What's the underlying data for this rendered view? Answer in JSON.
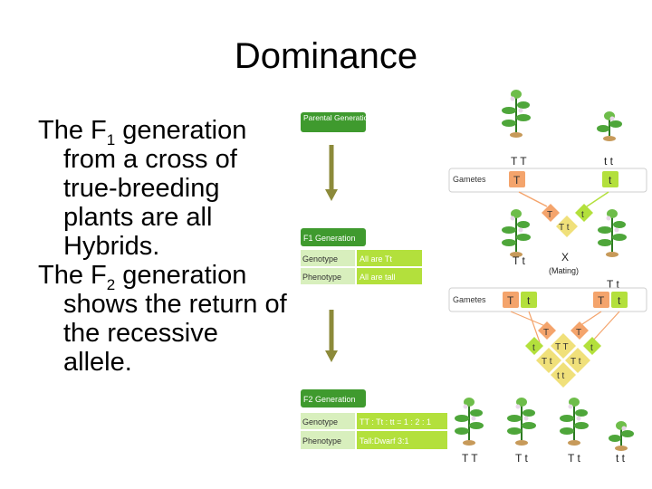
{
  "title": "Dominance",
  "bullets": [
    {
      "pre": "The F",
      "sub": "1",
      "post": " generation from a cross of true-breeding plants are all Hybrids."
    },
    {
      "pre": "The F",
      "sub": "2",
      "post": " generation shows the return of the recessive allele."
    }
  ],
  "diagram": {
    "parental_label": "Parental Generation",
    "f1_label": "F1 Generation",
    "f2_label": "F2 Generation",
    "genotype_label": "Genotype",
    "phenotype_label": "Phenotype",
    "f1_genotype": "All are Tt",
    "f1_phenotype": "All are tall",
    "f2_genotype": "TT : Tt : tt = 1 : 2 : 1",
    "f2_phenotype": "Tall:Dwarf 3:1",
    "gametes_label": "Gametes",
    "mating_symbol": "X",
    "mating_label": "(Mating)",
    "parent_left": "T T",
    "parent_right": "t t",
    "f1_left": "T t",
    "f1_right": "T t",
    "f1_cross_child": "T t",
    "f2_labels": [
      "T T",
      "T t",
      "T t",
      "t t"
    ],
    "punnett_tt": "T T",
    "punnett_tt2": "T t",
    "punnett_tt3": "T t",
    "punnett_small": "t t",
    "allele_T": "T",
    "allele_t": "t",
    "colors": {
      "green": "#3f9a2e",
      "lightgreen": "#b3e03c",
      "orange": "#f4a46c",
      "yellow": "#f0e07a",
      "arrow": "#8c8a3a"
    }
  }
}
